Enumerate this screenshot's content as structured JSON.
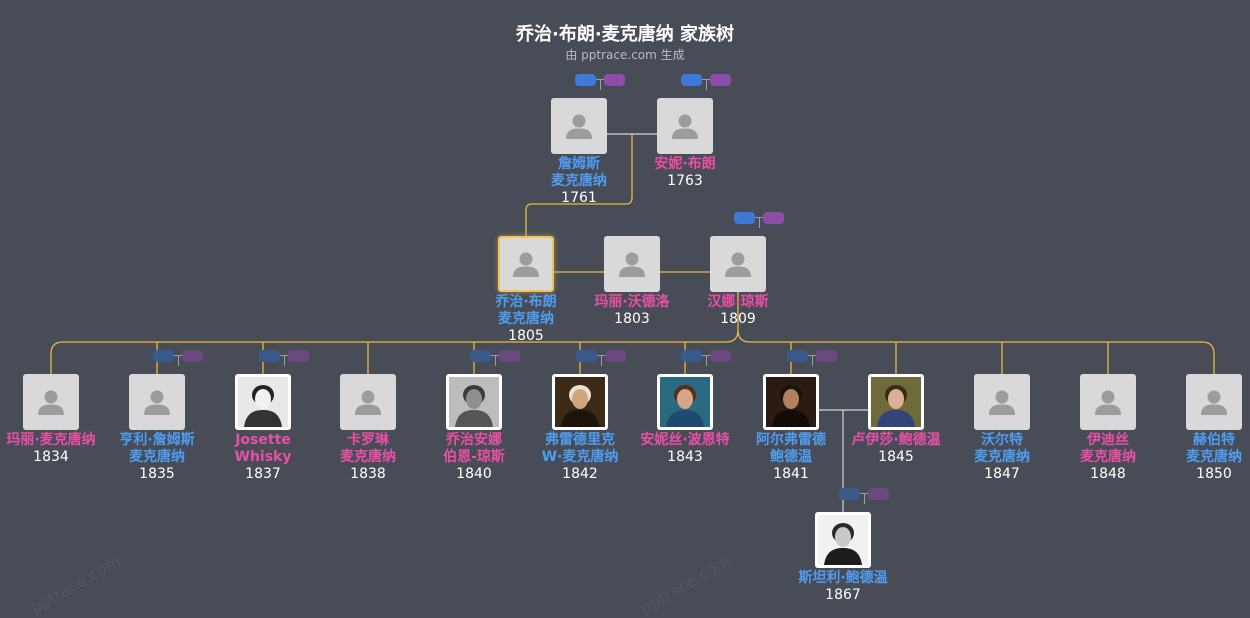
{
  "header": {
    "title": "乔治·布朗·麦克唐纳 家族树",
    "subtitle": "由 pptrace.com 生成"
  },
  "watermark": "pptrace.com",
  "colors": {
    "background": "#474c56",
    "male": "#4f9cf0",
    "female": "#ea4fa6",
    "line": "#e9b93f",
    "selected": "#f0c35a"
  },
  "people": [
    {
      "id": "james",
      "lines": [
        "詹姆斯",
        "麦克唐纳"
      ],
      "year": "1761",
      "gender": "m",
      "photo": "avatar-placeholder-icon"
    },
    {
      "id": "annie-brown",
      "lines": [
        "安妮·布朗"
      ],
      "year": "1763",
      "gender": "f",
      "photo": "avatar-placeholder-icon"
    },
    {
      "id": "george",
      "lines": [
        "乔治·布朗",
        "麦克唐纳"
      ],
      "year": "1805",
      "gender": "m",
      "photo": "avatar-placeholder-icon",
      "selected": true
    },
    {
      "id": "mary-w",
      "lines": [
        "玛丽·沃德洛"
      ],
      "year": "1803",
      "gender": "f",
      "photo": "avatar-placeholder-icon"
    },
    {
      "id": "hannah",
      "lines": [
        "汉娜·琼斯"
      ],
      "year": "1809",
      "gender": "f",
      "photo": "avatar-placeholder-icon"
    },
    {
      "id": "mary-m",
      "lines": [
        "玛丽·麦克唐纳"
      ],
      "year": "1834",
      "gender": "f",
      "photo": "avatar-placeholder-icon"
    },
    {
      "id": "henry",
      "lines": [
        "亨利·詹姆斯",
        "麦克唐纳"
      ],
      "year": "1835",
      "gender": "m",
      "photo": "avatar-placeholder-icon"
    },
    {
      "id": "josette",
      "lines": [
        "Josette",
        "Whisky"
      ],
      "year": "1837",
      "gender": "f",
      "photo": "portrait-photo"
    },
    {
      "id": "caroline",
      "lines": [
        "卡罗琳",
        "麦克唐纳"
      ],
      "year": "1838",
      "gender": "f",
      "photo": "avatar-placeholder-icon"
    },
    {
      "id": "georgiana",
      "lines": [
        "乔治安娜",
        "伯恩-琼斯"
      ],
      "year": "1840",
      "gender": "f",
      "photo": "portrait-photo"
    },
    {
      "id": "frederic",
      "lines": [
        "弗雷德里克",
        "W·麦克唐纳"
      ],
      "year": "1842",
      "gender": "m",
      "photo": "portrait-photo"
    },
    {
      "id": "agnes",
      "lines": [
        "安妮丝·波恩特"
      ],
      "year": "1843",
      "gender": "f",
      "photo": "portrait-photo"
    },
    {
      "id": "alfred",
      "lines": [
        "阿尔弗雷德",
        "鲍德温"
      ],
      "year": "1841",
      "gender": "m",
      "photo": "portrait-photo"
    },
    {
      "id": "louisa",
      "lines": [
        "卢伊莎·鲍德温"
      ],
      "year": "1845",
      "gender": "f",
      "photo": "portrait-photo"
    },
    {
      "id": "walter",
      "lines": [
        "沃尔特",
        "麦克唐纳"
      ],
      "year": "1847",
      "gender": "m",
      "photo": "avatar-placeholder-icon"
    },
    {
      "id": "edith",
      "lines": [
        "伊迪丝",
        "麦克唐纳"
      ],
      "year": "1848",
      "gender": "f",
      "photo": "avatar-placeholder-icon"
    },
    {
      "id": "herbert",
      "lines": [
        "赫伯特",
        "麦克唐纳"
      ],
      "year": "1850",
      "gender": "m",
      "photo": "avatar-placeholder-icon"
    },
    {
      "id": "stanley",
      "lines": [
        "斯坦利·鲍德温"
      ],
      "year": "1867",
      "gender": "m",
      "photo": "portrait-photo"
    }
  ]
}
